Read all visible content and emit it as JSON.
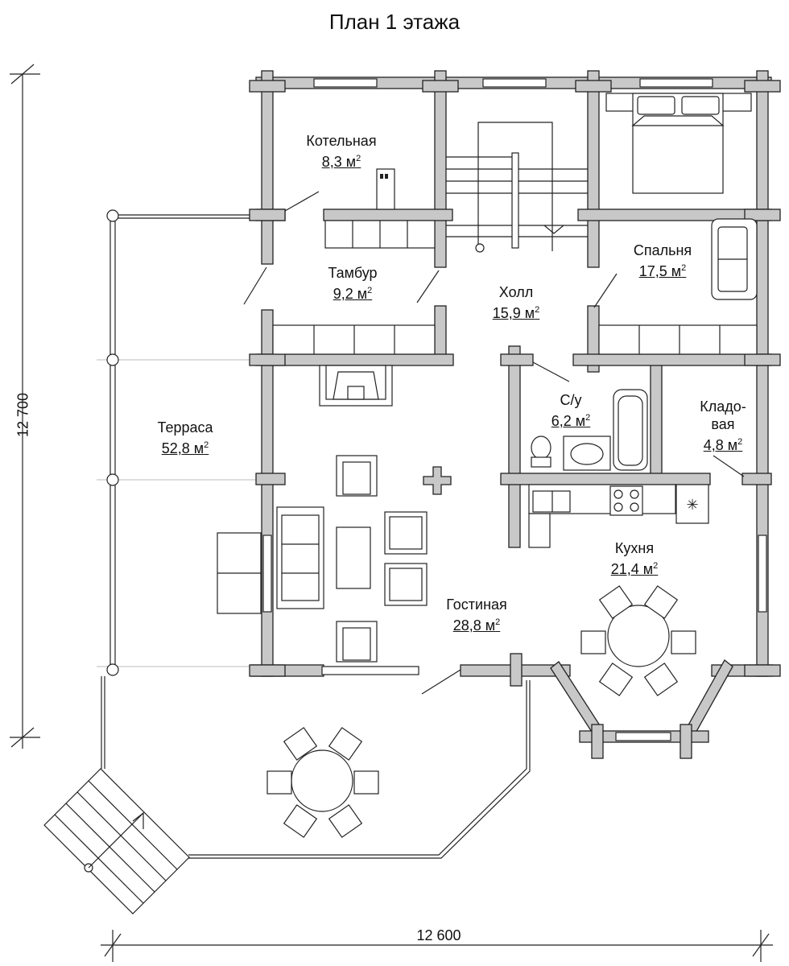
{
  "title": "План 1 этажа",
  "rooms": [
    {
      "id": "boiler",
      "name": "Котельная",
      "area": "8,3 м",
      "unit": "2"
    },
    {
      "id": "vestibule",
      "name": "Тамбур",
      "area": "9,2 м",
      "unit": "2"
    },
    {
      "id": "hall",
      "name": "Холл",
      "area": "15,9 м",
      "unit": "2"
    },
    {
      "id": "bedroom",
      "name": "Спальня",
      "area": "17,5 м",
      "unit": "2"
    },
    {
      "id": "bathroom",
      "name": "С/у",
      "area": "6,2 м",
      "unit": "2"
    },
    {
      "id": "storage",
      "name": "Кладо-\nвая",
      "area": "4,8 м",
      "unit": "2"
    },
    {
      "id": "terrace",
      "name": "Терраса",
      "area": "52,8 м",
      "unit": "2"
    },
    {
      "id": "kitchen",
      "name": "Кухня",
      "area": "21,4 м",
      "unit": "2"
    },
    {
      "id": "living",
      "name": "Гостиная",
      "area": "28,8 м",
      "unit": "2"
    }
  ],
  "dimensions": {
    "height": "12 700",
    "width": "12 600"
  }
}
